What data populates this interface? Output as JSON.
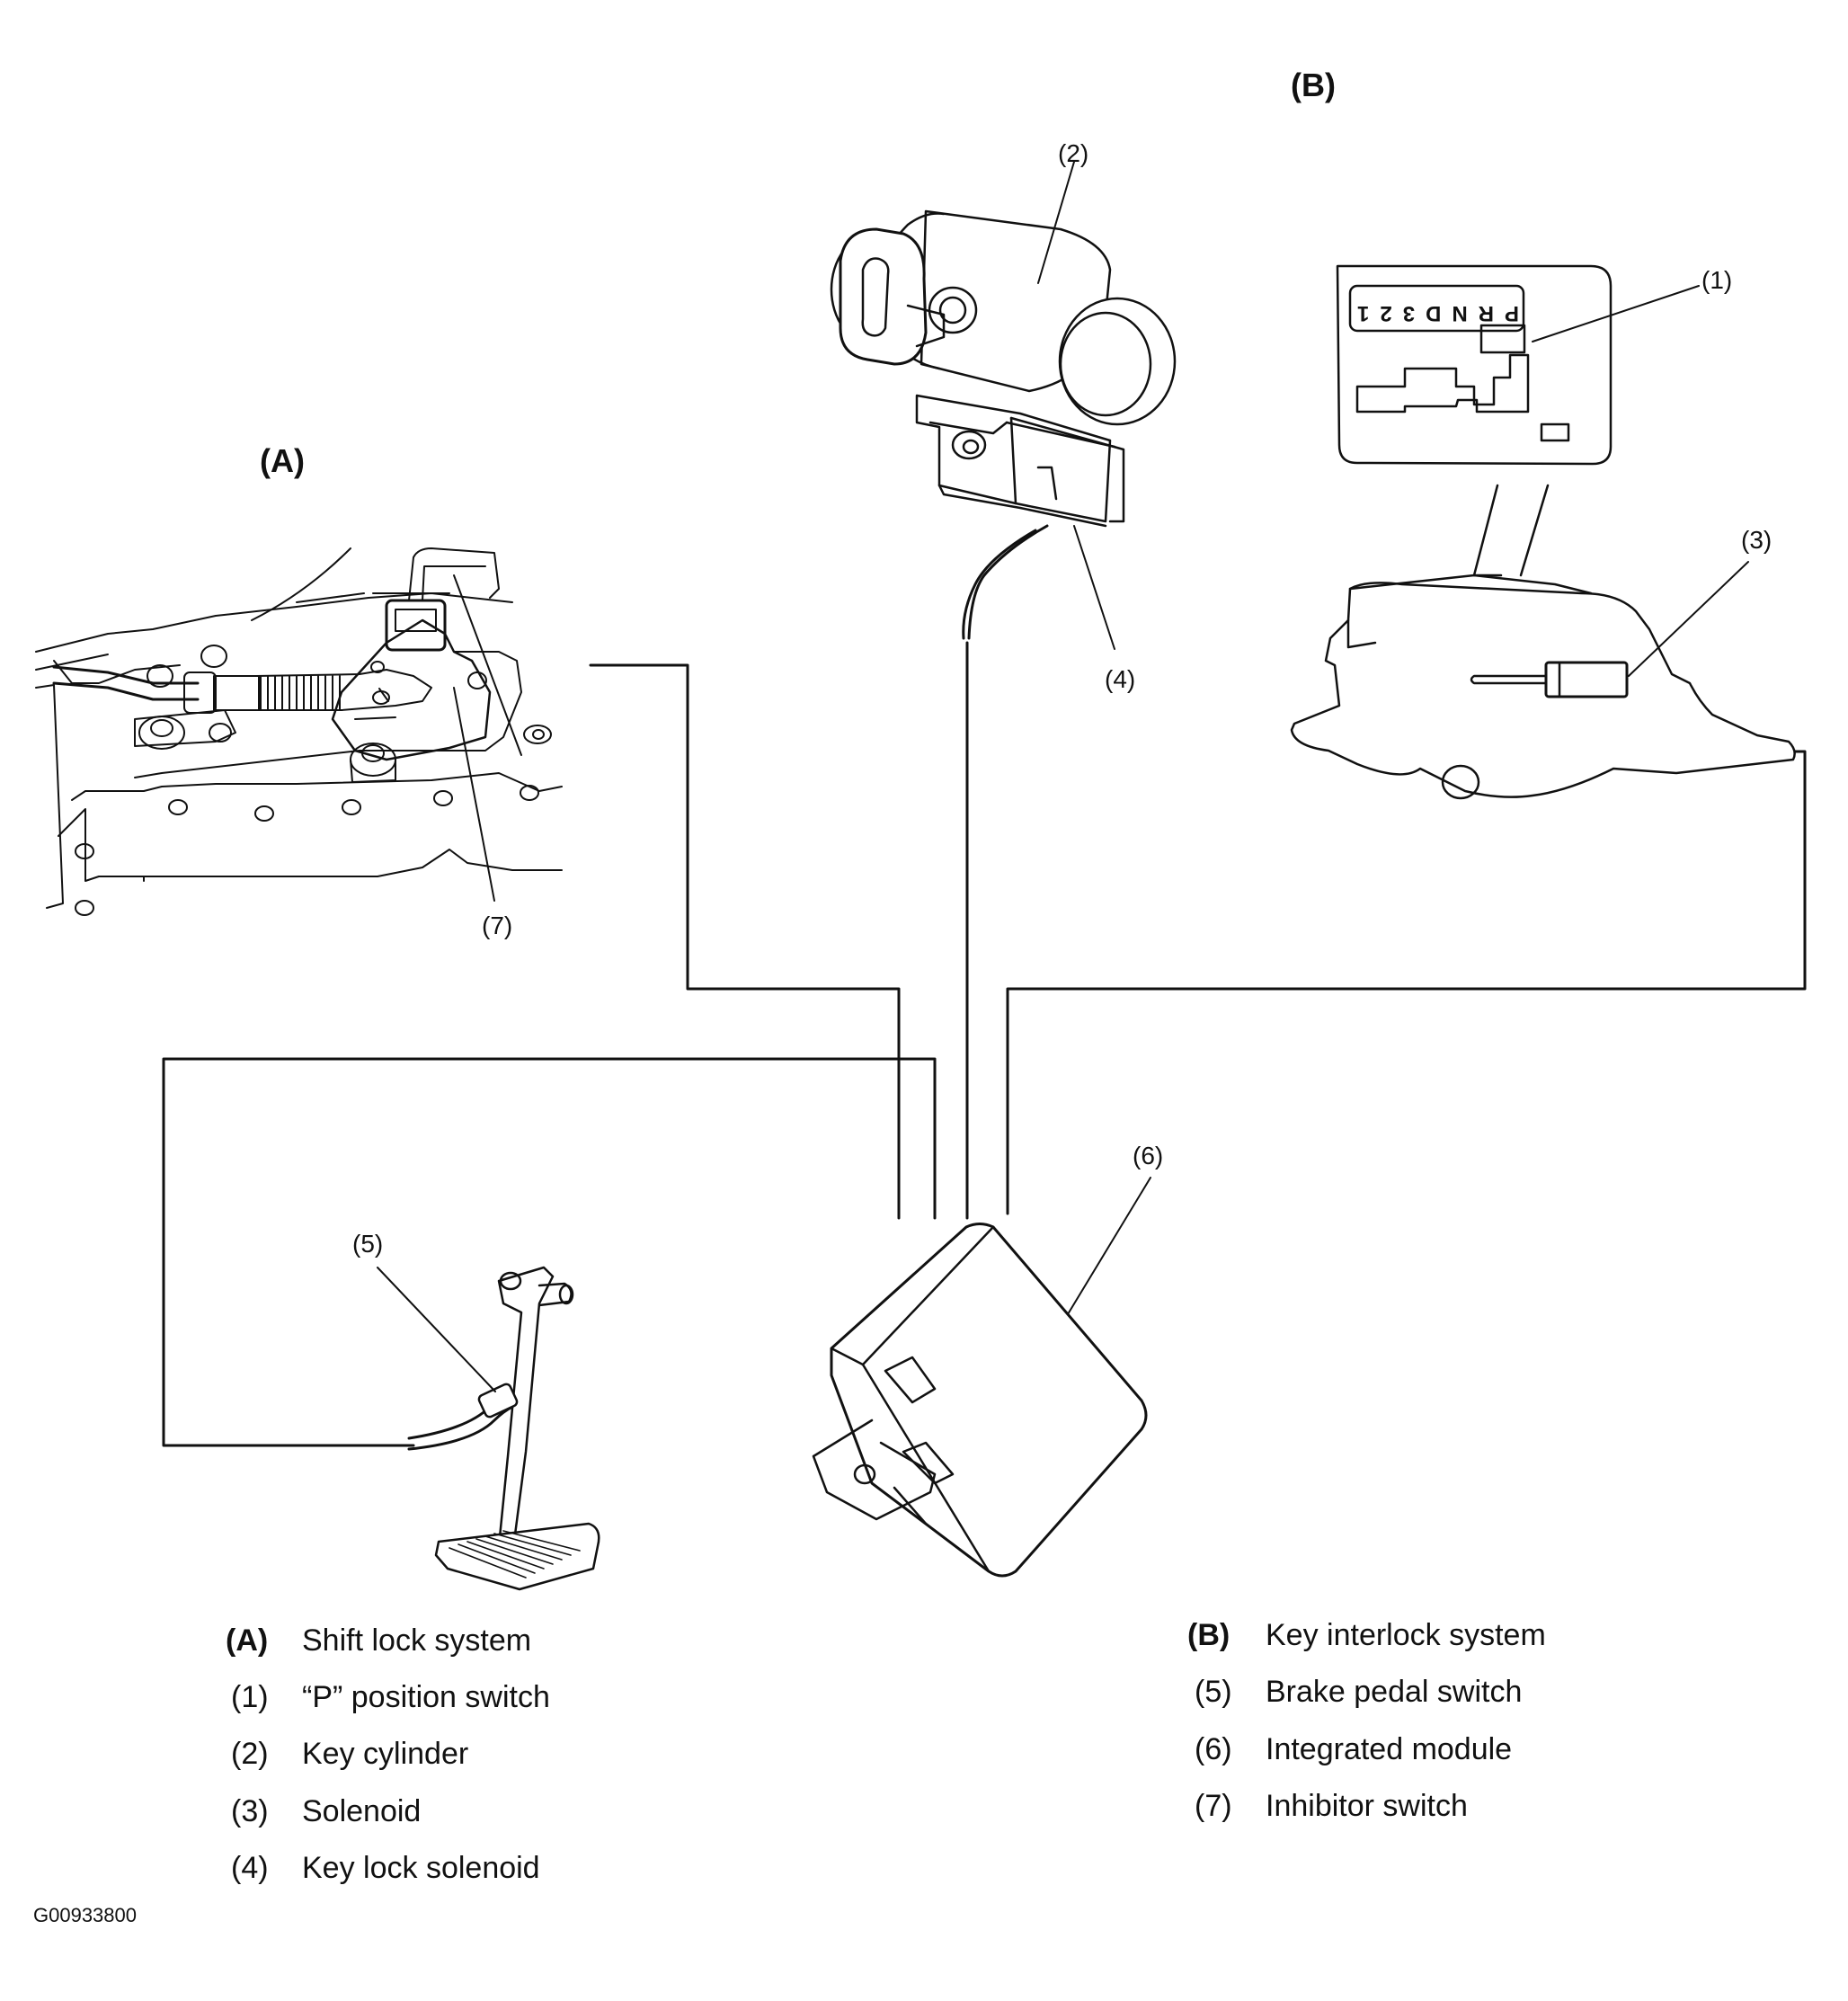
{
  "figure_id": "G00933800",
  "sections": {
    "A": "(A)",
    "B": "(B)"
  },
  "callouts": {
    "c1": "(1)",
    "c2": "(2)",
    "c3": "(3)",
    "c4": "(4)",
    "c5": "(5)",
    "c6": "(6)",
    "c7": "(7)"
  },
  "shift_gate_letters": [
    "P",
    "R",
    "N",
    "D",
    "3",
    "2",
    "1"
  ],
  "legend_left": [
    {
      "code": "(A)",
      "text": "Shift lock system"
    },
    {
      "code": "(1)",
      "text": "“P” position switch"
    },
    {
      "code": "(2)",
      "text": "Key cylinder"
    },
    {
      "code": "(3)",
      "text": "Solenoid"
    },
    {
      "code": "(4)",
      "text": "Key lock solenoid"
    }
  ],
  "legend_right": [
    {
      "code": "(B)",
      "text": "Key interlock system"
    },
    {
      "code": "(5)",
      "text": "Brake pedal switch"
    },
    {
      "code": "(6)",
      "text": "Integrated module"
    },
    {
      "code": "(7)",
      "text": "Inhibitor switch"
    }
  ]
}
